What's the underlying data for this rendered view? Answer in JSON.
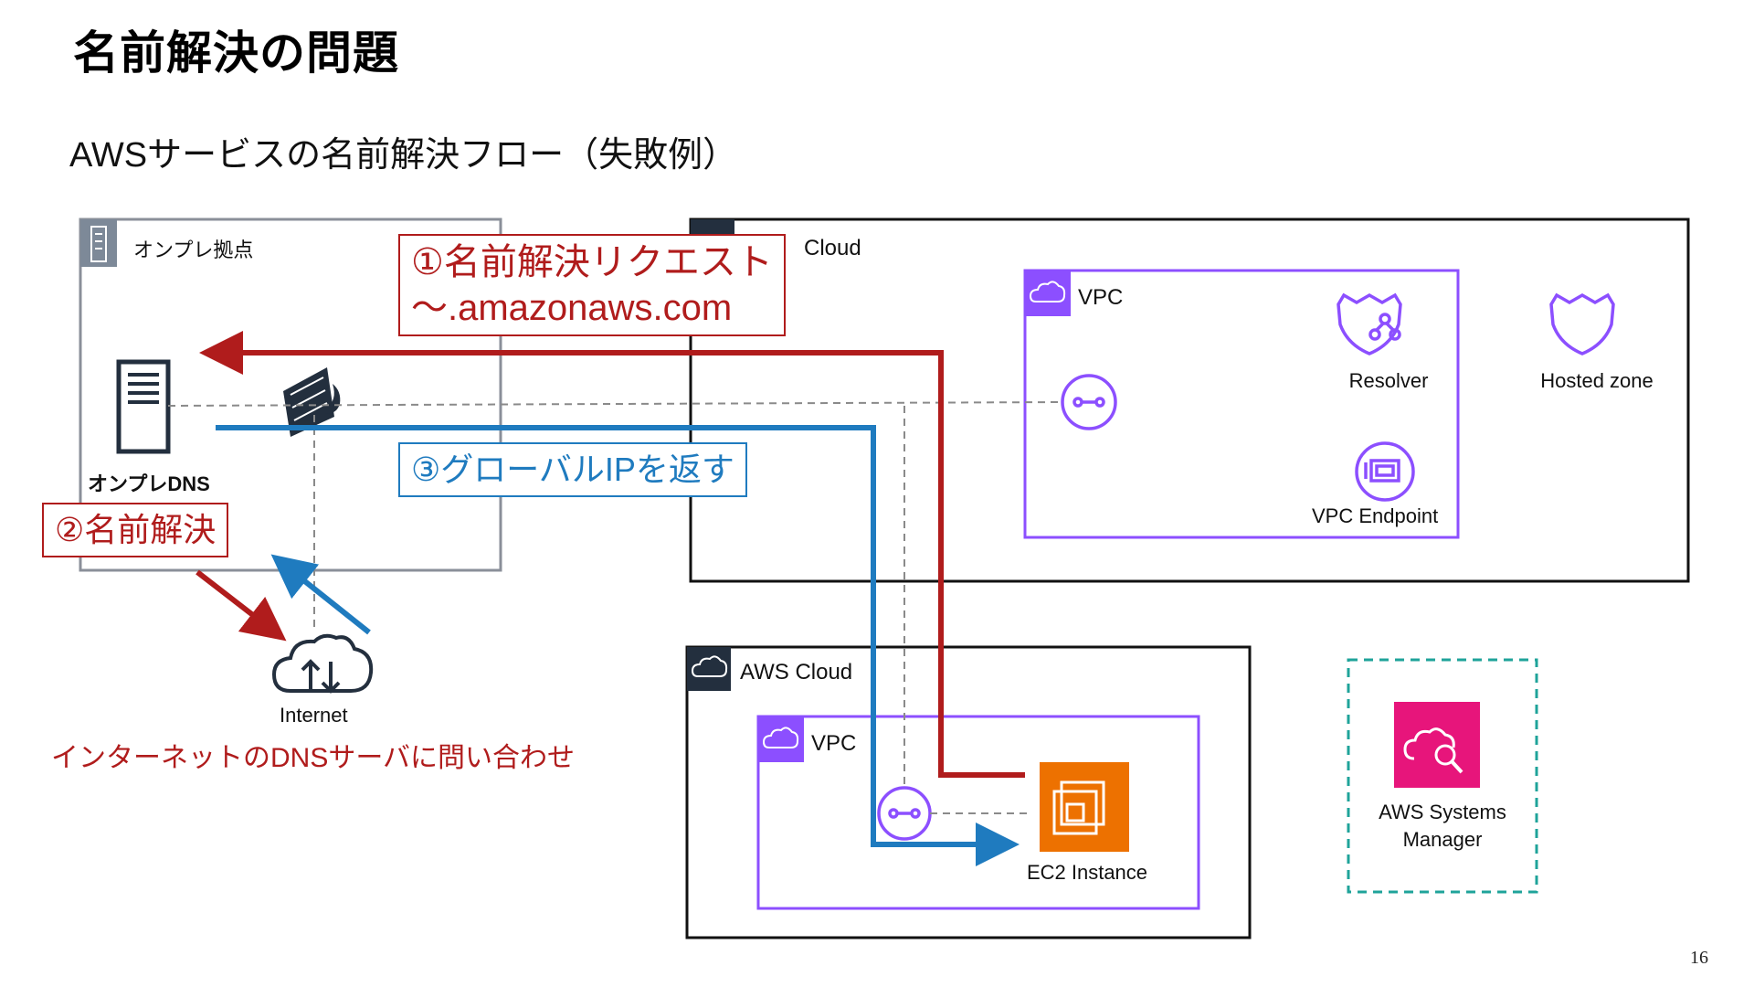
{
  "slide": {
    "title": "名前解決の問題",
    "subtitle": "AWSサービスの名前解決フロー（失敗例）",
    "page_number": "16"
  },
  "onprem": {
    "box_label": "オンプレ拠点",
    "dns_label": "オンプレDNS",
    "internet_label": "Internet",
    "internet_note": "インターネットのDNSサーバに問い合わせ"
  },
  "callouts": {
    "step1_line1": "①名前解決リクエスト",
    "step1_line2": "～.amazonaws.com",
    "step2": "②名前解決",
    "step3": "③グローバルIPを返す"
  },
  "cloud_top": {
    "label": "Cloud",
    "vpc_label": "VPC",
    "resolver_label": "Resolver",
    "hosted_zone_label": "Hosted zone",
    "vpc_endpoint_label": "VPC Endpoint"
  },
  "cloud_bottom": {
    "label": "AWS Cloud",
    "vpc_label": "VPC",
    "ec2_label": "EC2 Instance"
  },
  "ssm": {
    "label_line1": "AWS Systems",
    "label_line2": "Manager"
  },
  "colors": {
    "red_flow": "#b01c1c",
    "blue_flow": "#1f7bbf",
    "vpc_purple": "#8c4fff",
    "ec2_orange": "#ed7100",
    "ssm_pink": "#e7157b",
    "ssm_dashed": "#1fa39a"
  }
}
